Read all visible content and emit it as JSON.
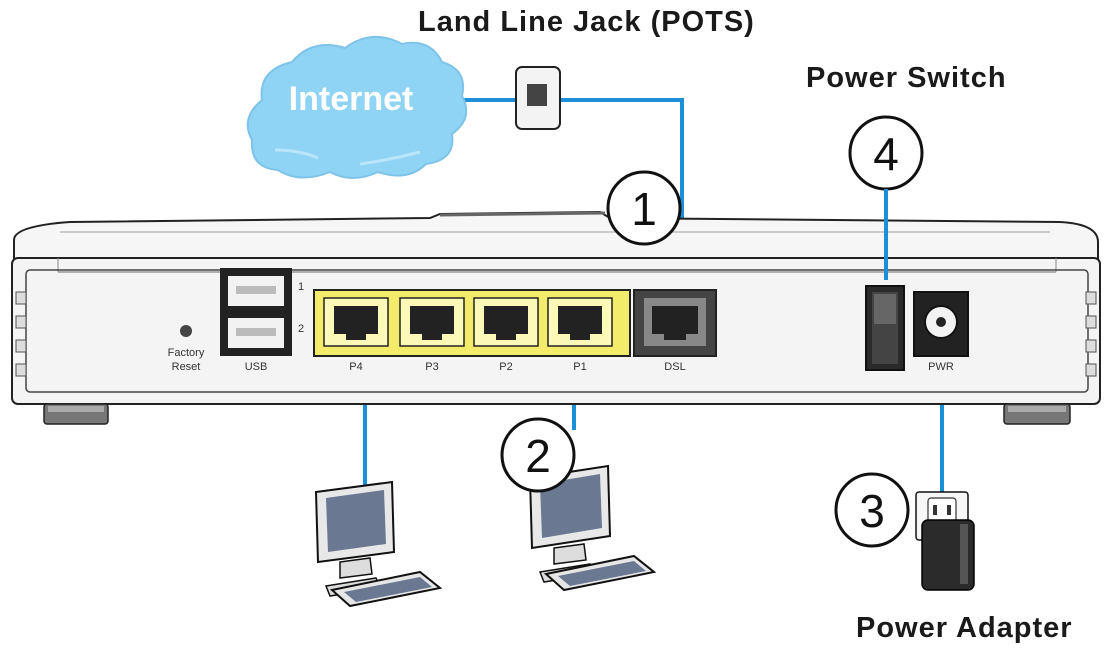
{
  "labels": {
    "land_line_jack": "Land Line Jack (POTS)",
    "internet": "Internet",
    "power_switch": "Power Switch",
    "power_adapter": "Power Adapter"
  },
  "router_ports": {
    "usb_1": "1",
    "usb_2": "2",
    "factory_reset": [
      "Factory",
      "Reset"
    ],
    "usb": "USB",
    "p4": "P4",
    "p3": "P3",
    "p2": "P2",
    "p1": "P1",
    "dsl": "DSL",
    "pwr": "PWR"
  },
  "steps": [
    "1",
    "2",
    "3",
    "4"
  ],
  "colors": {
    "cable": "#1b8fd8",
    "cloud": "#8fd3f5",
    "lan_ports": "#f2ec6a",
    "router_body": "#f4f4f4"
  }
}
